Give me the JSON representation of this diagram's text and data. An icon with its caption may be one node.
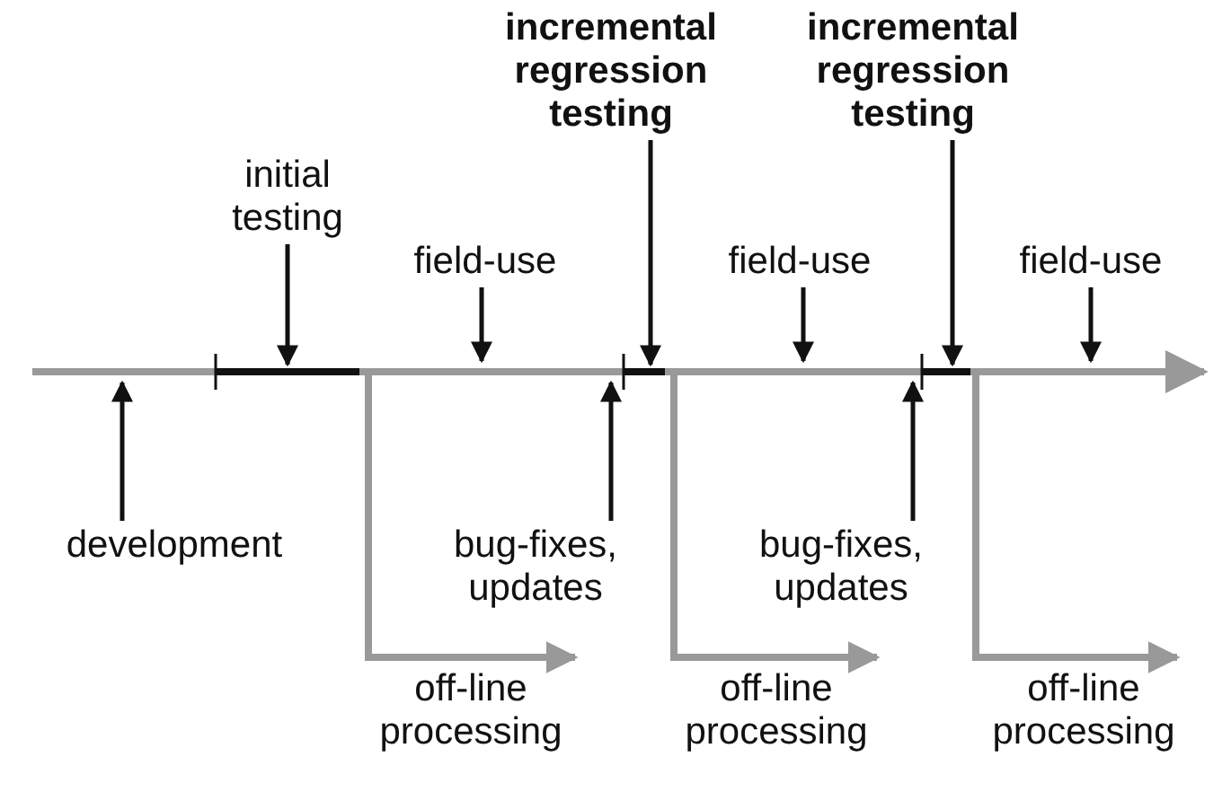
{
  "diagram": {
    "nodes": [
      {
        "text": [
          "incremental regression testing"
        ]
      },
      {
        "text": [
          "incremental regression testing"
        ]
      },
      {
        "text": [
          "initial testing"
        ]
      },
      {
        "text": [
          "field-use"
        ]
      },
      {
        "text": [
          "field-use"
        ]
      },
      {
        "text": [
          "field-use"
        ]
      },
      {
        "text": [
          "development"
        ]
      },
      {
        "text": [
          "bug-fixes, updates"
        ]
      },
      {
        "text": [
          "bug-fixes, updates"
        ]
      },
      {
        "text": [
          "off-line processing"
        ]
      },
      {
        "text": [
          "off-line processing"
        ]
      },
      {
        "text": [
          "off-line processing"
        ]
      }
    ],
    "edges": [
      {
        "from": 0,
        "to": null,
        "arrow": "to"
      },
      {
        "from": 1,
        "to": null,
        "arrow": "to"
      },
      {
        "from": 2,
        "to": null,
        "arrow": "to"
      },
      {
        "from": 3,
        "to": null,
        "arrow": "to"
      },
      {
        "from": 4,
        "to": null,
        "arrow": "to"
      },
      {
        "from": 5,
        "to": null,
        "arrow": "to"
      },
      {
        "from": 6,
        "to": null,
        "arrow": "to"
      },
      {
        "from": 7,
        "to": null,
        "arrow": "to"
      },
      {
        "from": 8,
        "to": null,
        "arrow": "to"
      },
      {
        "from": null,
        "to": 9,
        "arrow": "to",
        "color": "#999999"
      },
      {
        "from": null,
        "to": 10,
        "arrow": "to",
        "color": "#999999"
      },
      {
        "from": null,
        "to": 11,
        "arrow": "to",
        "color": "#999999"
      }
    ]
  }
}
